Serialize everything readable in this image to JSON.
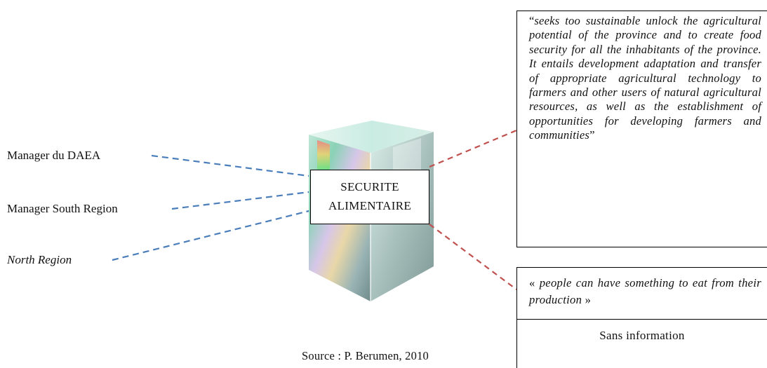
{
  "stakeholders": [
    {
      "label": "Manager du DAEA"
    },
    {
      "label": "Manager South Region"
    },
    {
      "label": "North Region"
    }
  ],
  "center": {
    "line1": "SECURITE",
    "line2": "ALIMENTAIRE"
  },
  "definitions": {
    "top_quote": {
      "open": "“",
      "text": "seeks too sustainable unlock the agricultural potential of the province and to create food security for all the inhabitants of the province. It entails development adaptation and transfer of appropriate agricultural technology to farmers and other users of natural agricultural resources, as well as the establishment of opportunities for developing farmers and communities",
      "close": "”"
    },
    "bottom_quote": {
      "open": "« ",
      "text": "people can have something to eat from their production",
      "close": " »"
    },
    "no_info": "Sans information"
  },
  "source": "Source : P. Berumen, 2010",
  "colors": {
    "left_connector": "#4a7ebb",
    "right_connector": "#c0504d"
  }
}
